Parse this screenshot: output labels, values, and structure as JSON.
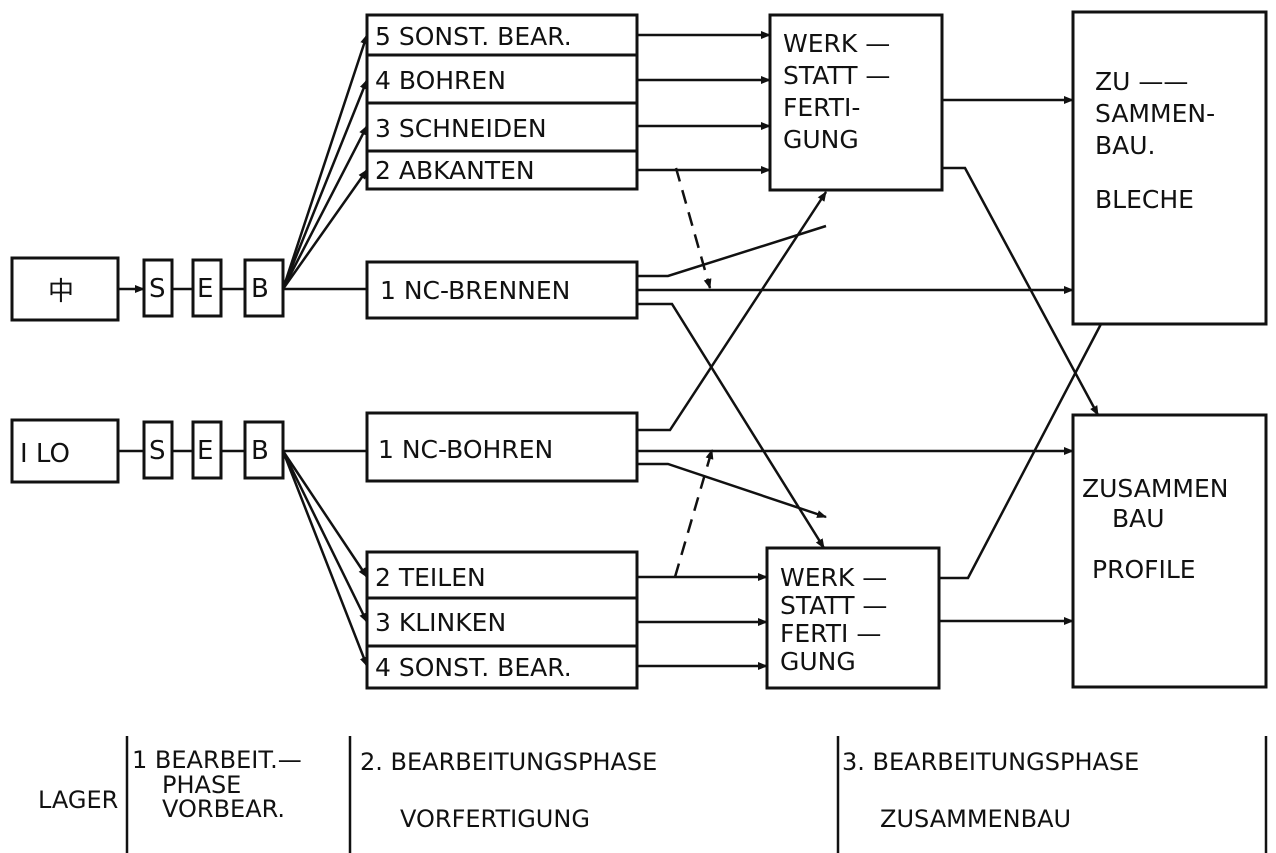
{
  "stores": {
    "sheet_symbol": "中",
    "profile_symbol": "I LO",
    "s": "S",
    "e": "E",
    "b": "B"
  },
  "blech_branch": {
    "ops": [
      "5 SONST. BEAR.",
      "4 BOHREN",
      "3 SCHNEIDEN",
      "2 ABKANTEN"
    ],
    "nc": "1 NC-BRENNEN"
  },
  "profil_branch": {
    "nc": "1 NC-BOHREN",
    "ops": [
      "2 TEILEN",
      "3 KLINKEN",
      "4 SONST. BEAR."
    ]
  },
  "workshop_top": [
    "WERK —",
    "STATT —",
    "FERTI-",
    "GUNG"
  ],
  "workshop_bottom": [
    "WERK —",
    "STATT —",
    "FERTI —",
    "GUNG"
  ],
  "assembly_sheets": [
    "ZU ——",
    "SAMMEN-",
    "BAU.",
    "BLECHE"
  ],
  "assembly_profiles": [
    "ZUSAMMEN",
    "BAU",
    "PROFILE"
  ],
  "phases": {
    "lager": "LAGER",
    "phase1": [
      "1 BEARBEIT.—",
      "PHASE",
      "VORBEAR."
    ],
    "phase2": [
      "2. BEARBEITUNGSPHASE",
      "VORFERTIGUNG"
    ],
    "phase3": [
      "3. BEARBEITUNGSPHASE",
      "ZUSAMMENBAU"
    ]
  }
}
